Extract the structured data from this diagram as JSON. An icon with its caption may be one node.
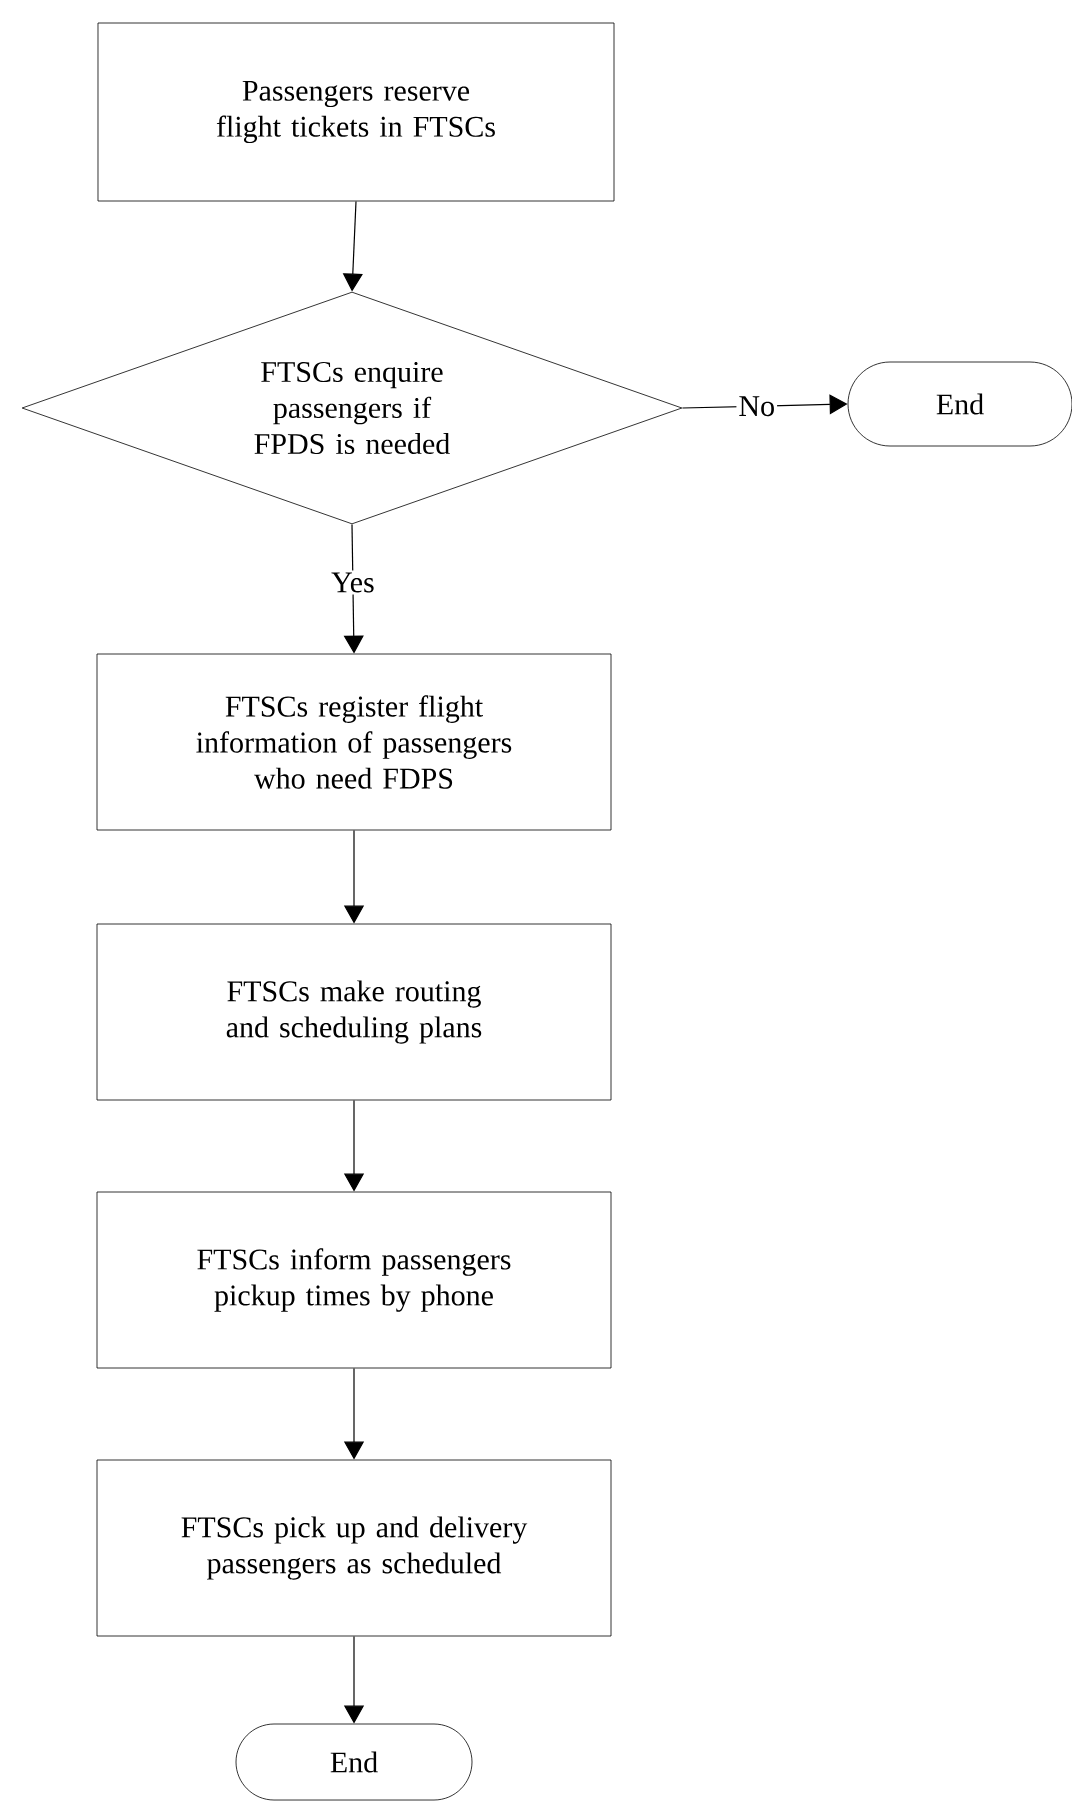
{
  "diagram": {
    "nodes": [
      {
        "text": [
          "Passengers reserve flight tickets in FTSCs"
        ]
      },
      {
        "text": [
          "FTSCs enquire passengers if FPDS is needed"
        ]
      },
      {
        "text": [
          "End"
        ]
      },
      {
        "text": [
          "FTSCs register flight information of passengers who need FDPS"
        ]
      },
      {
        "text": [
          "FTSCs make routing and scheduling plans"
        ]
      },
      {
        "text": [
          "FTSCs inform passengers pickup times by phone"
        ]
      },
      {
        "text": [
          "FTSCs pick up and delivery passengers as scheduled"
        ]
      },
      {
        "text": [
          "End"
        ]
      }
    ],
    "edges": [
      {
        "from": 0,
        "to": 1,
        "arrow": "to"
      },
      {
        "from": 1,
        "to": 2,
        "arrow": "to",
        "label": "No"
      },
      {
        "from": 1,
        "to": 3,
        "arrow": "to",
        "label": "Yes"
      },
      {
        "from": 3,
        "to": 4,
        "arrow": "to"
      },
      {
        "from": 4,
        "to": 5,
        "arrow": "to"
      },
      {
        "from": 5,
        "to": 6,
        "arrow": "to"
      },
      {
        "from": 6,
        "to": 7,
        "arrow": "to"
      }
    ]
  }
}
